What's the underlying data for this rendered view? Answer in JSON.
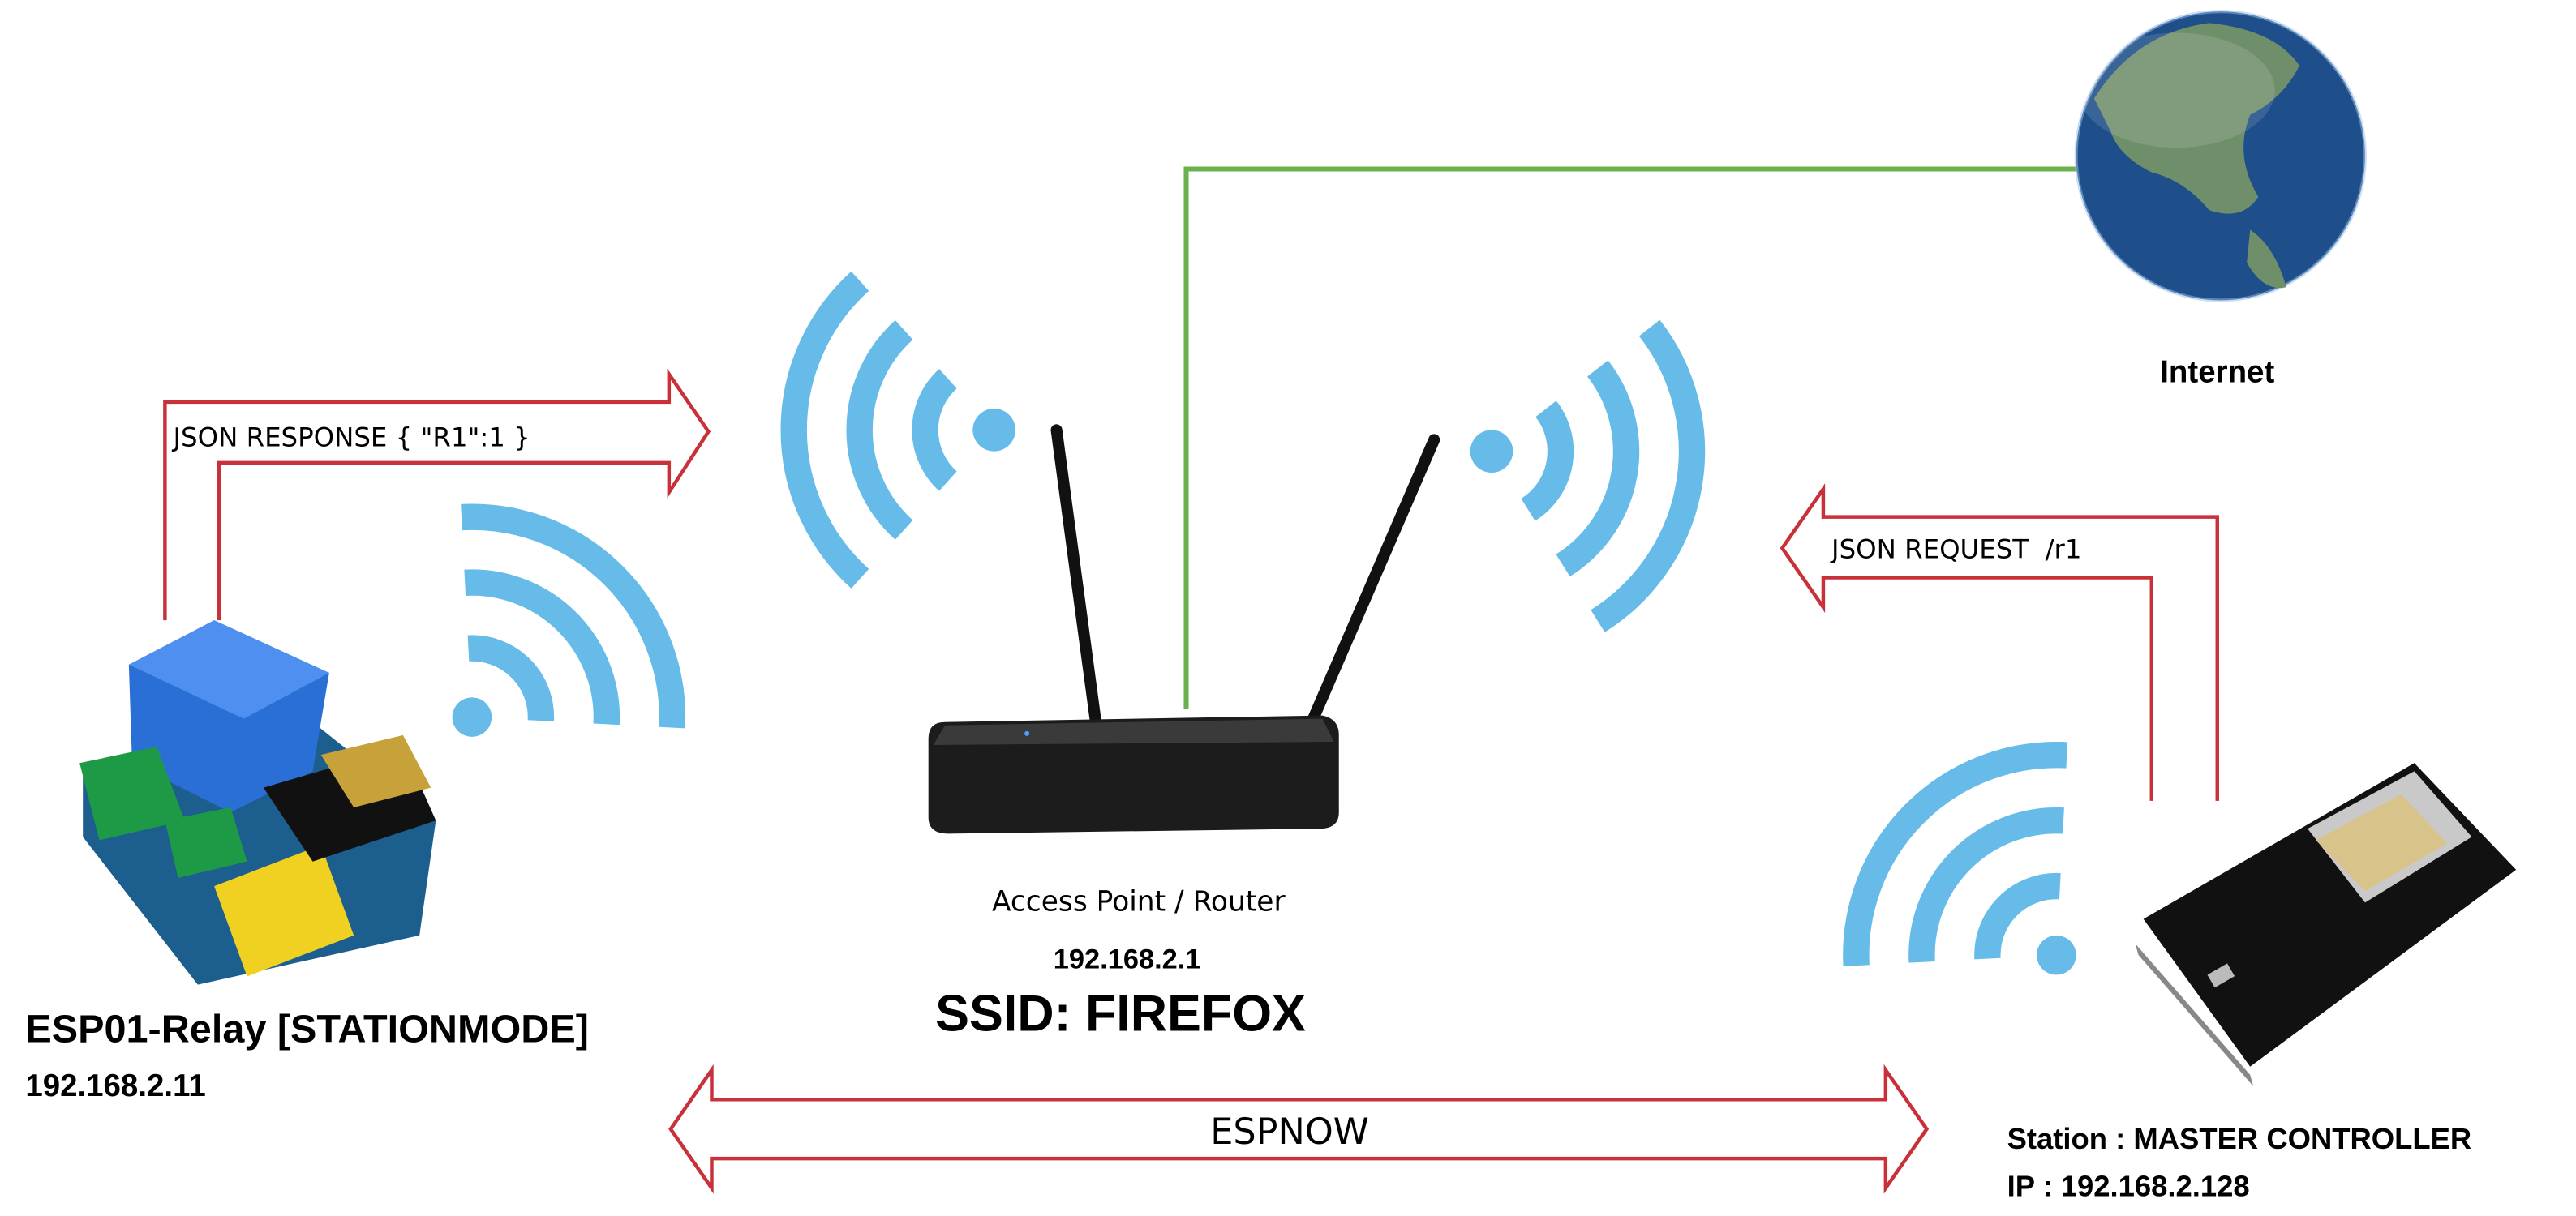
{
  "colors": {
    "arrow": "#c8313a",
    "wifi": "#66bbe8",
    "internet_link": "#6ab04c",
    "router": "#1c1c1c",
    "globe_ocean": "#1e4f8a",
    "globe_land": "#6f8f6a"
  },
  "arrows": {
    "response": "JSON RESPONSE { \"R1\":1 }",
    "request": "JSON REQUEST  /r1",
    "espnow": "ESPNOW"
  },
  "internet": {
    "label": "Internet"
  },
  "router": {
    "label": "Access Point / Router",
    "ip": "192.168.2.1",
    "ssid": "SSID: FIREFOX"
  },
  "relay": {
    "label": "ESP01-Relay [STATIONMODE]",
    "ip": "192.168.2.11"
  },
  "controller": {
    "label": "Station : MASTER CONTROLLER",
    "ip": "IP : 192.168.2.128"
  }
}
